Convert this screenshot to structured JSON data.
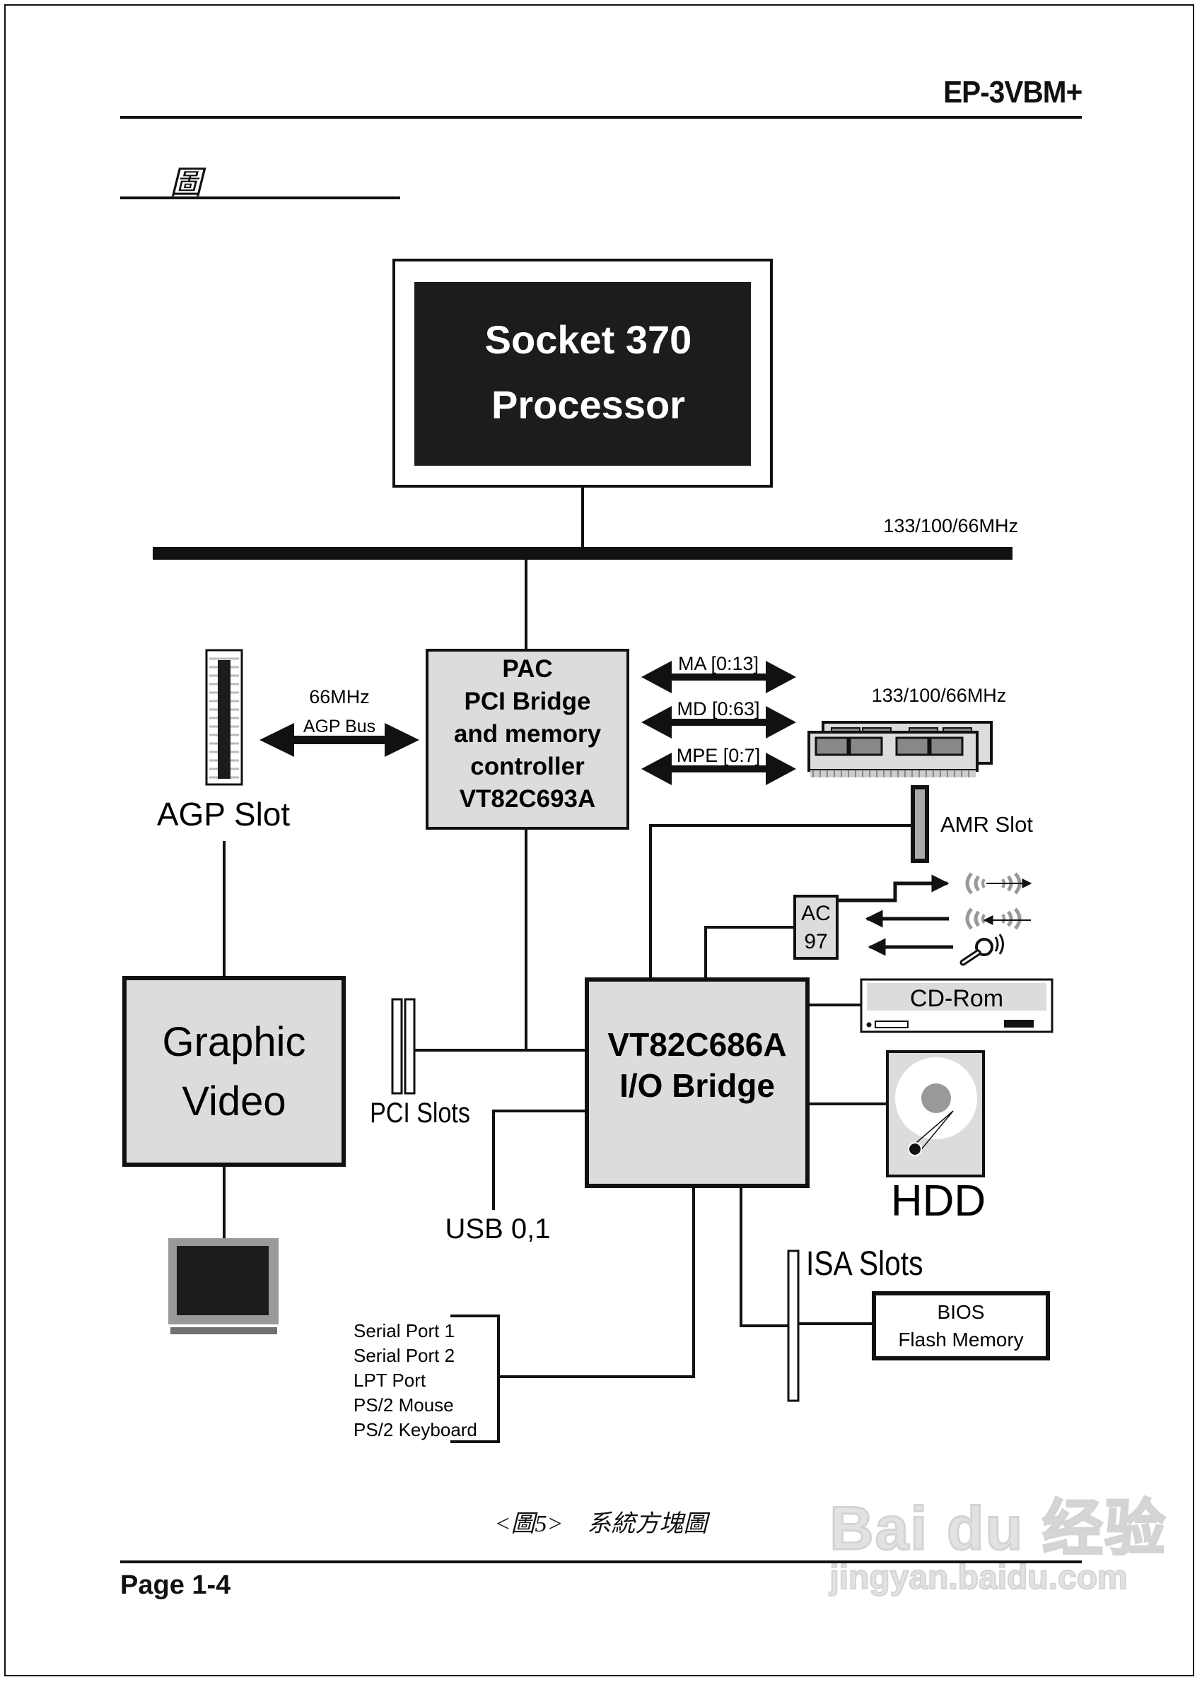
{
  "header": {
    "model": "EP-3VBM+",
    "section_glyph": "圖"
  },
  "diagram": {
    "cpu": {
      "line1": "Socket 370",
      "line2": "Processor"
    },
    "host_bus_speed": "133/100/66MHz",
    "north_bridge": {
      "lines": [
        "PAC",
        "PCI Bridge",
        "and memory",
        "controller",
        "VT82C693A"
      ]
    },
    "agp": {
      "speed": "66MHz",
      "bus_label": "AGP Bus",
      "slot_label": "AGP Slot"
    },
    "memory": {
      "buses": [
        "MA [0:13]",
        "MD [0:63]",
        "MPE [0:7]"
      ],
      "speed": "133/100/66MHz"
    },
    "amr_slot": "AMR Slot",
    "ac97": {
      "line1": "AC",
      "line2": "97"
    },
    "audio_icons": [
      "speaker-out-icon",
      "line-in-icon",
      "microphone-icon"
    ],
    "graphic_video": {
      "line1": "Graphic",
      "line2": "Video"
    },
    "monitor_icon": "monitor-icon",
    "pci_slots": "PCI Slots",
    "south_bridge": {
      "line1": "VT82C686A",
      "line2": "I/O Bridge"
    },
    "cdrom": "CD-Rom",
    "hdd": "HDD",
    "usb": "USB 0,1",
    "isa_slots": "ISA Slots",
    "bios": {
      "line1": "BIOS",
      "line2": "Flash Memory"
    },
    "io_ports": [
      "Serial Port 1",
      "Serial Port 2",
      "LPT Port",
      "PS/2 Mouse",
      "PS/2 Keyboard"
    ]
  },
  "caption": "<圖5>　系統方塊圖",
  "footer": {
    "page": "Page 1-4"
  },
  "watermark": {
    "brand": "Bai du 经验",
    "url": "jingyan.baidu.com"
  }
}
